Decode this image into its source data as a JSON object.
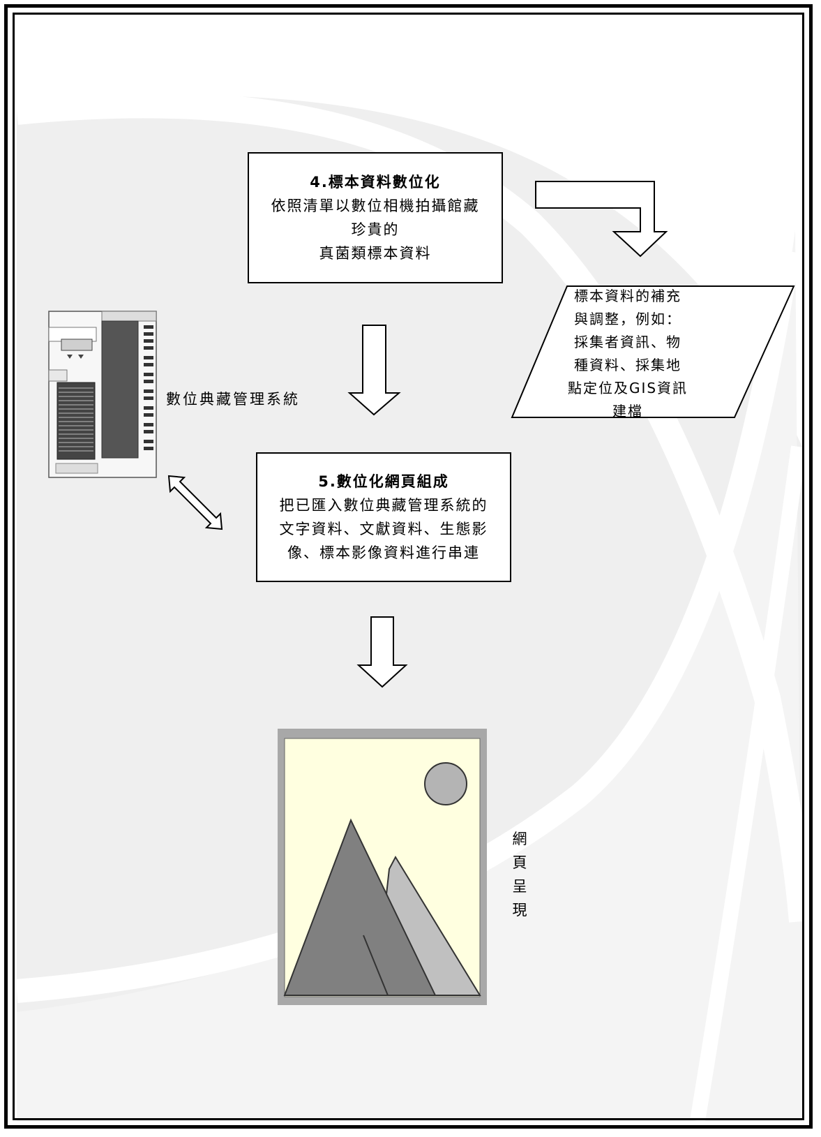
{
  "step4": {
    "title": "4.標本資料數位化",
    "lines": [
      "依照清單以數位相機拍攝館藏",
      "珍貴的",
      "真菌類標本資料"
    ]
  },
  "supplement": {
    "lines": [
      "標本資料的補充",
      "與調整，例如：",
      "採集者資訊、物",
      "種資料、採集地",
      "點定位及GIS資訊",
      "建檔"
    ]
  },
  "system": {
    "label": "數位典藏管理系統"
  },
  "step5": {
    "title": "5.數位化網頁組成",
    "lines": [
      "把已匯入數位典藏管理系統的",
      "文字資料、文獻資料、生態影",
      "像、標本影像資料進行串連"
    ]
  },
  "webpage": {
    "label": "網頁呈現",
    "chars": [
      "網",
      "頁",
      "呈",
      "現"
    ]
  },
  "colors": {
    "background_band": "#efefef",
    "frame": "#000000",
    "picture_frame": "#a8a8a8",
    "picture_sky": "#ffffe0",
    "sun": "#b4b4b4",
    "mountain_front": "#808080",
    "mountain_back": "#c0c0c0"
  }
}
